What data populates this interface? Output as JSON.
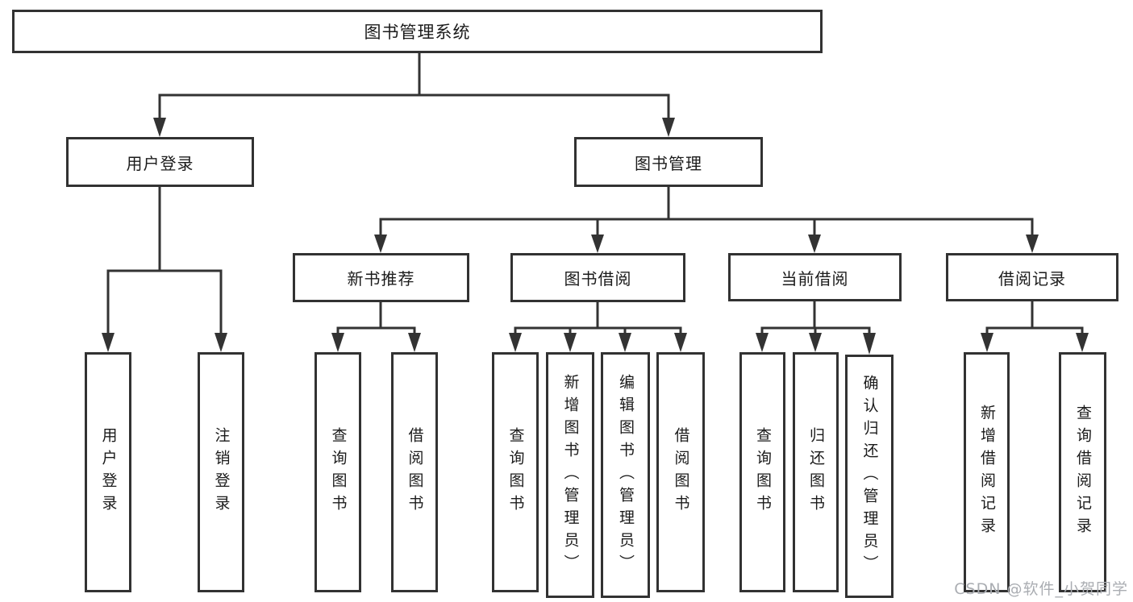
{
  "tree": {
    "root": "图书管理系统",
    "children": [
      {
        "label": "用户登录",
        "children": [
          "用户登录",
          "注销登录"
        ]
      },
      {
        "label": "图书管理",
        "children": [
          {
            "label": "新书推荐",
            "children": [
              "查询图书",
              "借阅图书"
            ]
          },
          {
            "label": "图书借阅",
            "children": [
              "查询图书",
              "新增图书（管理员）",
              "编辑图书（管理员）",
              "借阅图书"
            ]
          },
          {
            "label": "当前借阅",
            "children": [
              "查询图书",
              "归还图书",
              "确认归还（管理员）"
            ]
          },
          {
            "label": "借阅记录",
            "children": [
              "新增借阅记录",
              "查询借阅记录"
            ]
          }
        ]
      }
    ]
  },
  "watermark": {
    "text": "CSDN @软件_小贺同学"
  },
  "colors": {
    "line": "#333333",
    "box_border": "#323232",
    "text": "#1b1b1b",
    "watermark": "#aaadb2",
    "background": "#ffffff"
  }
}
